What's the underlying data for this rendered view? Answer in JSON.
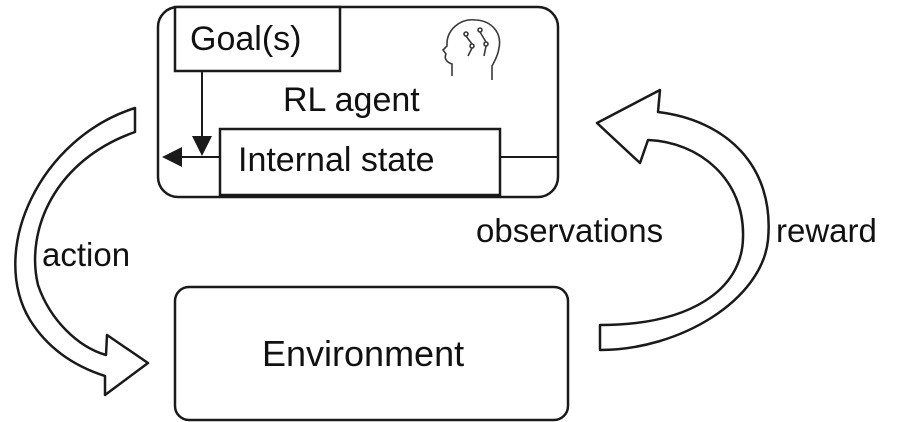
{
  "diagram": {
    "goal_label": "Goal(s)",
    "agent_label": "RL agent",
    "internal_state_label": "Internal state",
    "environment_label": "Environment",
    "action_label": "action",
    "observations_label": "observations",
    "reward_label": "reward"
  },
  "icons": {
    "agent_icon": "brain-head-icon"
  },
  "colors": {
    "stroke": "#1a1a1a",
    "background": "#ffffff",
    "text": "#111111"
  }
}
